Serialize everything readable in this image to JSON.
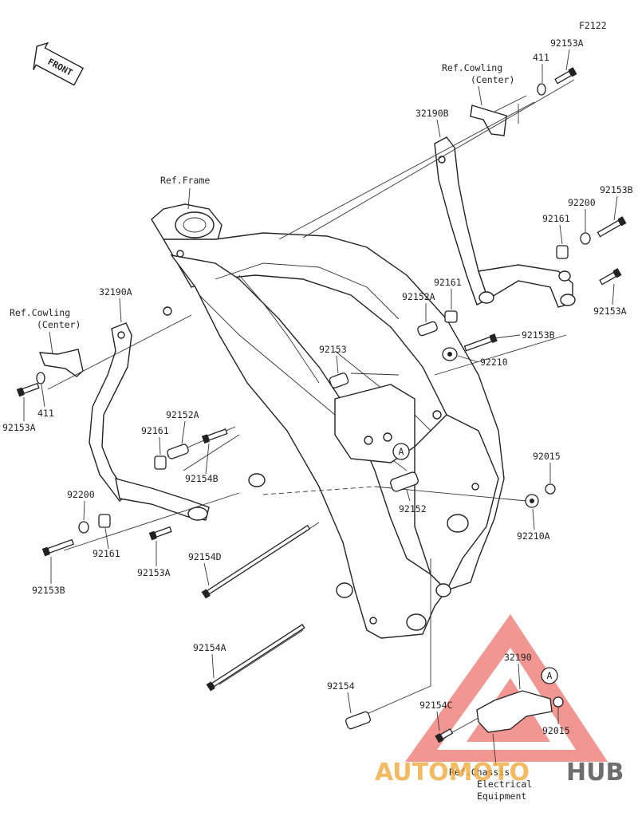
{
  "figure_id": "F2122",
  "front_badge": "FRONT",
  "ref_labels": {
    "cowling_right_1": "Ref.Cowling",
    "cowling_right_2": "(Center)",
    "frame": "Ref.Frame",
    "cowling_left_1": "Ref.Cowling",
    "cowling_left_2": "(Center)",
    "chassis_1": "Ref.Chassis",
    "chassis_2": "Electrical",
    "chassis_3": "Equipment"
  },
  "callout_a": "A",
  "part_labels": {
    "p92153A_top": "92153A",
    "p411_top": "411",
    "p32190B": "32190B",
    "p92153B_top": "92153B",
    "p92200_right": "92200",
    "p92161_right_a": "92161",
    "p92153A_right": "92153A",
    "p92161_right_b": "92161",
    "p92152A_right": "92152A",
    "p92153B_mid": "92153B",
    "p92153": "92153",
    "p92210": "92210",
    "p32190A": "32190A",
    "p411_left": "411",
    "p92153A_left": "92153A",
    "p92152A_left": "92152A",
    "p92161_left_a": "92161",
    "p92154B": "92154B",
    "p92200_left": "92200",
    "p92161_left_b": "92161",
    "p92153A_low": "92153A",
    "p92153B_low": "92153B",
    "p92154D": "92154D",
    "p92015_right": "92015",
    "p92210A": "92210A",
    "p92152": "92152",
    "p92154A": "92154A",
    "p92154": "92154",
    "p92154C": "92154C",
    "p32190": "32190",
    "p92015_low": "92015"
  },
  "watermark": {
    "part1": "AUTOMOTO",
    "part2": "HUB",
    "color_red": "#e8413a",
    "color_orange": "#f2a93b",
    "color_dark": "#4a4a4a"
  }
}
